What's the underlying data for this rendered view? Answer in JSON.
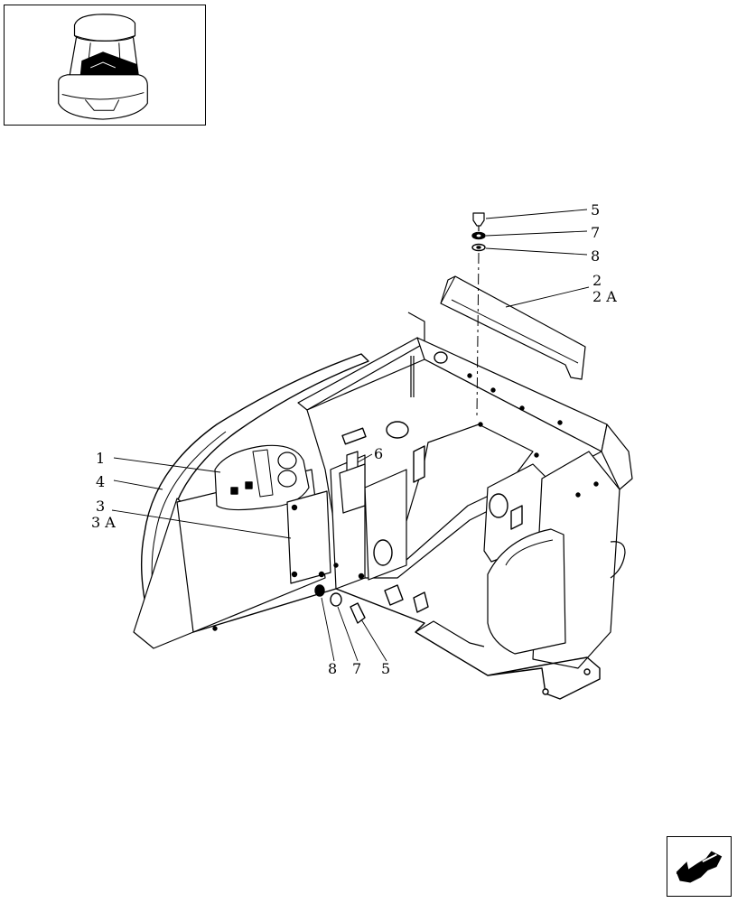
{
  "thumbnail": {
    "icon": "machine-overview-thumbnail"
  },
  "callouts": {
    "top_5": "5",
    "top_7": "7",
    "top_8": "8",
    "c2": "2",
    "c2a": "2 A",
    "c1": "1",
    "c4": "4",
    "c3": "3",
    "c3a": "3 A",
    "c6": "6",
    "bottom_8": "8",
    "bottom_7": "7",
    "bottom_5": "5"
  },
  "navigation": {
    "icon": "arrow-back-icon"
  }
}
